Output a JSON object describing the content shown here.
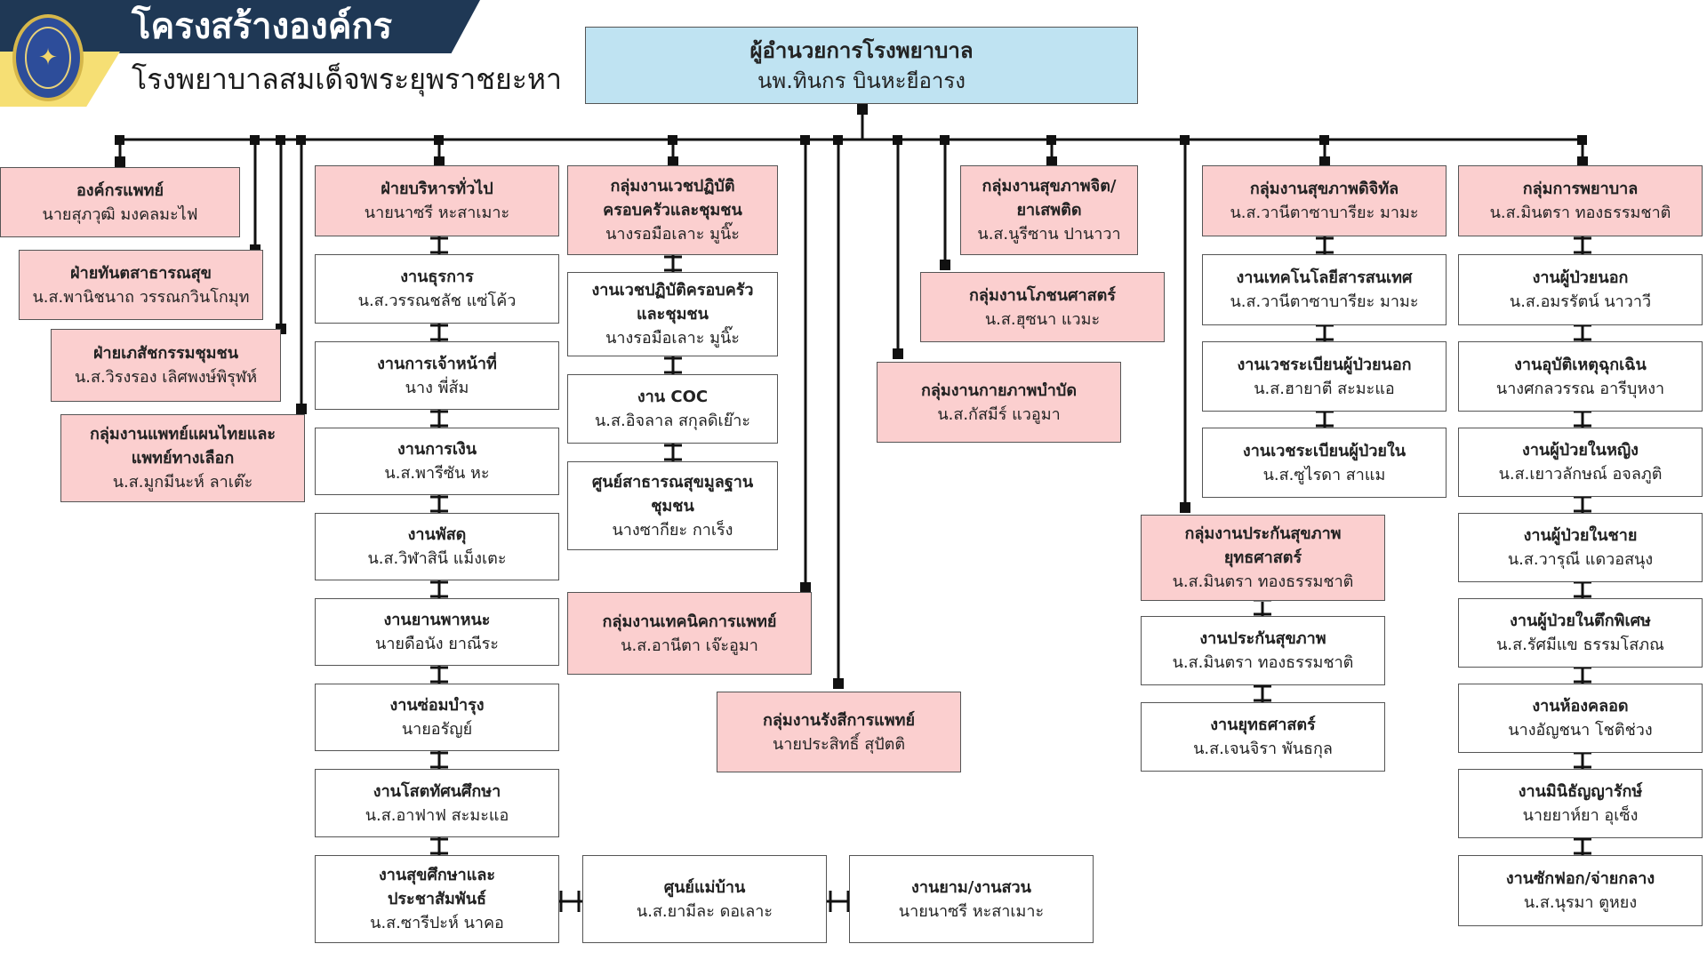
{
  "header": {
    "title": "โครงสร้างองค์กร",
    "subtitle": "โรงพยาบาลสมเด็จพระยุพราชยะหา"
  },
  "colors": {
    "header_band": "#1f3855",
    "accent": "#f6df74",
    "root_fill": "#bfe3f2",
    "group_fill": "#fbcfcf",
    "unit_fill": "#ffffff",
    "line": "#111111"
  },
  "director": {
    "title": "ผู้อำนวยการโรงพยาบาล",
    "name": "นพ.ทินกร บินหะยีอารง"
  },
  "left_groups": [
    {
      "title": "องค์กรแพทย์",
      "name": "นายสุภวุฒิ มงคลมะไฟ"
    },
    {
      "title": "ฝ่ายทันตสาธารณสุข",
      "name": "น.ส.พานิชนาถ วรรณกวินโกมุท"
    },
    {
      "title": "ฝ่ายเภสัชกรรมชุมชน",
      "name": "น.ส.วิรงรอง เลิศพงษ์พิรุฬห์"
    },
    {
      "title": "กลุ่มงานแพทย์แผนไทยและ",
      "title2": "แพทย์ทางเลือก",
      "name": "น.ส.มูกมีนะห์ ลาเต๊ะ"
    }
  ],
  "admin": {
    "title": "ฝ่ายบริหารทั่วไป",
    "name": "นายนาซรี หะสาเมาะ",
    "units": [
      {
        "title": "งานธุรการ",
        "name": "น.ส.วรรณชลัช แซ่โค้ว"
      },
      {
        "title": "งานการเจ้าหน้าที่",
        "name": "นาง พี่ส้ม"
      },
      {
        "title": "งานการเงิน",
        "name": "น.ส.พารีซัน หะ"
      },
      {
        "title": "งานพัสดุ",
        "name": "น.ส.วิฬาสินี แม็งเตะ"
      },
      {
        "title": "งานยานพาหนะ",
        "name": "นายดือนัง ยาณีระ"
      },
      {
        "title": "งานซ่อมบำรุง",
        "name": "นายอรัญย์"
      },
      {
        "title": "งานโสตทัศนศึกษา",
        "name": "น.ส.อาฟาฟ สะมะแอ"
      },
      {
        "title": "งานสุขศึกษาและ",
        "title2": "ประชาสัมพันธ์",
        "name": "น.ส.ซารีปะห์ นาคอ"
      }
    ],
    "side_units": [
      {
        "title": "ศูนย์แม่บ้าน",
        "name": "น.ส.ยามีละ ดอเลาะ"
      },
      {
        "title": "งานยาม/งานสวน",
        "name": "นายนาซรี หะสาเมาะ"
      }
    ]
  },
  "family_med": {
    "title": "กลุ่มงานเวชปฏิบัติ",
    "title2": "ครอบครัวและชุมชน",
    "name": "นางรอมือเลาะ มูนิ๊ะ",
    "units": [
      {
        "title": "งานเวชปฏิบัติครอบครัว",
        "title2": "และชุมชน",
        "name": "นางรอมือเลาะ มูนิ๊ะ"
      },
      {
        "title": "งาน COC",
        "name": "น.ส.อิจลาล สกุลดิเย๊าะ"
      },
      {
        "title": "ศูนย์สาธารณสุขมูลฐาน",
        "title2": "ชุมชน",
        "name": "นางซากียะ  กาเร็ง"
      }
    ]
  },
  "med_tech": {
    "title": "กลุ่มงานเทคนิคการแพทย์",
    "name": "น.ส.อานีตา เจ๊ะอูมา"
  },
  "radiology": {
    "title": "กลุ่มงานรังสีการแพทย์",
    "name": "นายประสิทธิ์ สุปัตติ"
  },
  "physio": {
    "title": "กลุ่มงานกายภาพบำบัด",
    "name": "น.ส.กัสมีร์  แวอูมา"
  },
  "mental": {
    "title": "กลุ่มงานสุขภาพจิต/",
    "title2": "ยาเสพติด",
    "name": "น.ส.นูรีซาน ปานาวา"
  },
  "nutrition": {
    "title": "กลุ่มงานโภชนศาสตร์",
    "name": "น.ส.ฮุซนา แวมะ"
  },
  "insurance": {
    "title": "กลุ่มงานประกันสุขภาพ",
    "title2": "ยุทธศาสตร์",
    "name": "น.ส.มินตรา ทองธรรมชาติ",
    "units": [
      {
        "title": "งานประกันสุขภาพ",
        "name": "น.ส.มินตรา ทองธรรมชาติ"
      },
      {
        "title": "งานยุทธศาสตร์",
        "name": "น.ส.เจนจิรา พันธกุล"
      }
    ]
  },
  "digital": {
    "title": "กลุ่มงานสุขภาพดิจิทัล",
    "name": "น.ส.วานีตาซาบารียะ มามะ",
    "units": [
      {
        "title": "งานเทคโนโลยีสารสนเทศ",
        "name": "น.ส.วานีตาซาบารียะ มามะ"
      },
      {
        "title": "งานเวชระเบียนผู้ป่วยนอก",
        "name": "น.ส.ฮายาตี สะมะแอ"
      },
      {
        "title": "งานเวชระเบียนผู้ป่วยใน",
        "name": "น.ส.ซูไรดา สาแม"
      }
    ]
  },
  "nursing": {
    "title": "กลุ่มการพยาบาล",
    "name": "น.ส.มินตรา ทองธรรมชาติ",
    "units": [
      {
        "title": "งานผู้ป่วยนอก",
        "name": "น.ส.อมรรัตน์ นาวาวี"
      },
      {
        "title": "งานอุบัติเหตุฉุกเฉิน",
        "name": "นางศกลวรรณ อารีบุหงา"
      },
      {
        "title": "งานผู้ป่วยในหญิง",
        "name": "น.ส.เยาวลักษณ์ อจลภูติ"
      },
      {
        "title": "งานผู้ป่วยในชาย",
        "name": "น.ส.วารุณี แดวอสนุง"
      },
      {
        "title": "งานผู้ป่วยในตึกพิเศษ",
        "name": "น.ส.รัศมีแข ธรรมโสภณ"
      },
      {
        "title": "งานห้องคลอด",
        "name": "นางอัญชนา โชติช่วง"
      },
      {
        "title": "งานมินิธัญญารักษ์",
        "name": "นายยาห์ยา อุเซ็ง"
      },
      {
        "title": "งานซักฟอก/จ่ายกลาง",
        "name": "น.ส.นุรมา ตูหยง"
      }
    ]
  }
}
